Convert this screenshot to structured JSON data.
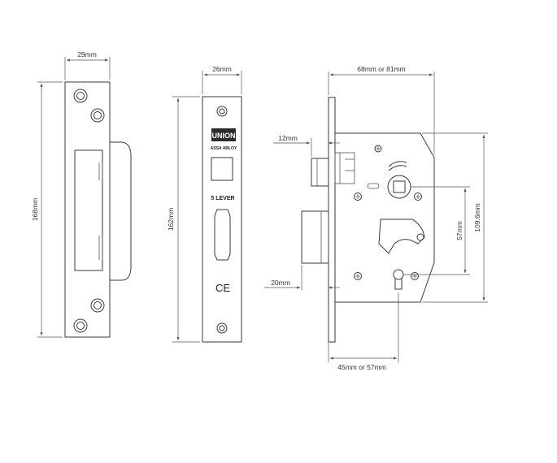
{
  "strike_plate": {
    "width_label": "29mm",
    "height_label": "168mm"
  },
  "forend": {
    "width_label": "26mm",
    "height_label": "162mm",
    "brand_logo": "UNION",
    "brand_sub": "ASSA ABLOY",
    "lever_label": "5 LEVER",
    "ce_mark": "CE"
  },
  "lock_case": {
    "overall_width_label": "68mm or 81mm",
    "bolt_throw_label": "12mm",
    "deadbolt_label": "20mm",
    "centres_label": "57mm",
    "height_label": "109.6mm",
    "backset_label": "45mm or 57mm"
  }
}
